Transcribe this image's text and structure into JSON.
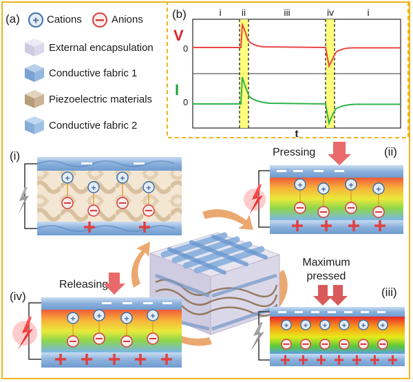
{
  "panel_a": {
    "label": "(a)",
    "legend": [
      {
        "key": "cations",
        "text": "Cations",
        "symbol": "+",
        "color": "#3a6ea8"
      },
      {
        "key": "anions",
        "text": "Anions",
        "symbol": "−",
        "color": "#d63a3a"
      }
    ],
    "materials": [
      {
        "text": "External encapsulation",
        "color": "#d9d4ea"
      },
      {
        "text": "Conductive fabric 1",
        "color": "#8fb3dc"
      },
      {
        "text": "Piezoelectric materials",
        "color": "#cdb79a"
      },
      {
        "text": "Conductive fabric 2",
        "color": "#a3c2e6"
      }
    ]
  },
  "panel_b": {
    "label": "(b)",
    "phases": [
      "i",
      "ii",
      "iii",
      "iv",
      "i"
    ],
    "v_label": "V",
    "i_label": "I",
    "zero": "0",
    "x_label": "t"
  },
  "stages": {
    "s1": {
      "label": "(i)"
    },
    "s2": {
      "label": "(ii)",
      "action": "Pressing"
    },
    "s3": {
      "label": "(iii)",
      "action_line1": "Maximum",
      "action_line2": "pressed"
    },
    "s4": {
      "label": "(iv)",
      "action": "Releasing"
    }
  },
  "colors": {
    "border": "#f0b418",
    "voltage": "#e0202a",
    "current": "#1aa83a",
    "highlight": "#ffff66",
    "arrow": "#e8a060"
  }
}
